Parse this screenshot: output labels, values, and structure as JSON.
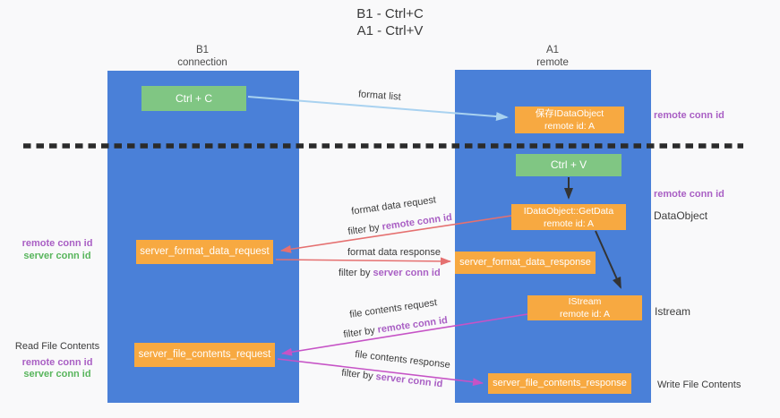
{
  "title": {
    "line1": "B1 - Ctrl+C",
    "line2": "A1 - Ctrl+V"
  },
  "columns": {
    "left": {
      "name": "B1",
      "role": "connection"
    },
    "right": {
      "name": "A1",
      "role": "remote"
    }
  },
  "boxes": {
    "ctrl_c": {
      "label": "Ctrl + C"
    },
    "store_idataobject": {
      "line1": "保存IDataObject",
      "line2": "remote id: A"
    },
    "ctrl_v": {
      "label": "Ctrl + V"
    },
    "getdata": {
      "line1": "IDataObject::GetData",
      "line2": "remote id: A"
    },
    "format_request": {
      "label": "server_format_data_request"
    },
    "format_response": {
      "label": "server_format_data_response"
    },
    "istream": {
      "line1": "IStream",
      "line2": "remote id: A"
    },
    "file_request": {
      "label": "server_file_contents_request"
    },
    "file_response": {
      "label": "server_file_contents_response"
    }
  },
  "arrow_labels": {
    "format_list": "format list",
    "format_data_request": "format data request",
    "format_data_response": "format data response",
    "file_contents_request": "file contents request",
    "file_contents_response": "file contents response",
    "filter_by": "filter by",
    "remote_conn_id": "remote conn id",
    "server_conn_id": "server conn id"
  },
  "side_labels": {
    "right_top_remote_conn_id": "remote conn id",
    "right_mid_remote_conn_id": "remote conn id",
    "data_object": "DataObject",
    "istream": "Istream",
    "write_file_contents": "Write File Contents",
    "left_remote_conn_id": "remote conn id",
    "left_server_conn_id": "server conn id",
    "read_file_contents": "Read File Contents",
    "left2_remote_conn_id": "remote conn id",
    "left2_server_conn_id": "server conn id"
  },
  "colors": {
    "column_blue": "#4a80d8",
    "box_orange": "#f7a941",
    "box_green": "#80c683",
    "arrow_lightblue": "#a9d2f0",
    "arrow_salmon": "#e57070",
    "arrow_magenta": "#c653c6",
    "label_purple": "#a95fc4",
    "label_green": "#58b55c"
  }
}
